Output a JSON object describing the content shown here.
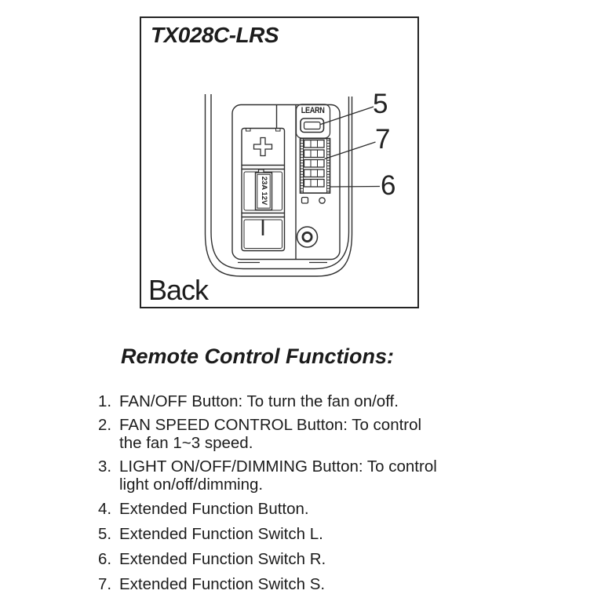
{
  "figure": {
    "model": "TX028C-LRS",
    "view_label": "Back",
    "learn_label": "LEARN",
    "battery_text": "23A 12V",
    "callouts": [
      {
        "number": "5"
      },
      {
        "number": "7"
      },
      {
        "number": "6"
      }
    ]
  },
  "functions": {
    "heading": "Remote Control Functions:",
    "items": [
      {
        "num": "1.",
        "lines": [
          "FAN/OFF Button: To turn the fan on/off."
        ]
      },
      {
        "num": "2.",
        "lines": [
          "FAN SPEED CONTROL Button: To control",
          "the fan 1~3 speed."
        ]
      },
      {
        "num": "3.",
        "lines": [
          "LIGHT ON/OFF/DIMMING Button: To control",
          "light on/off/dimming."
        ]
      },
      {
        "num": "4.",
        "lines": [
          "Extended Function Button."
        ]
      },
      {
        "num": "5.",
        "lines": [
          "Extended Function Switch L."
        ]
      },
      {
        "num": "6.",
        "lines": [
          "Extended Function Switch R."
        ]
      },
      {
        "num": "7.",
        "lines": [
          "Extended Function Switch S."
        ]
      }
    ]
  },
  "colors": {
    "ink": "#1f1f1f",
    "line": "#2e2e2e",
    "background": "#ffffff"
  }
}
